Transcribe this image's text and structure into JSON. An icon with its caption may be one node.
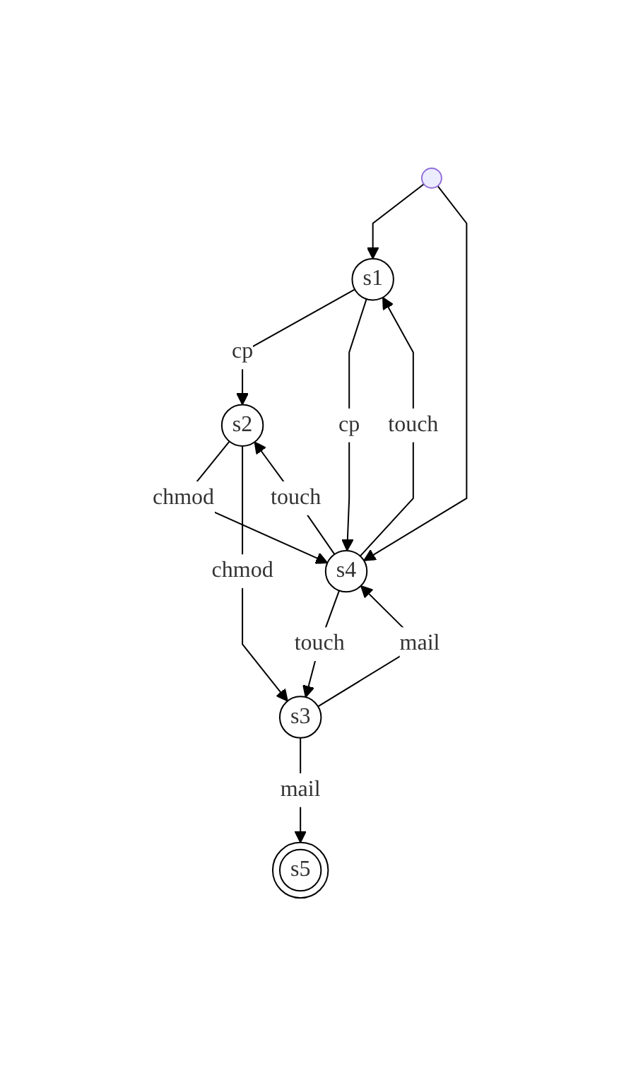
{
  "diagram": {
    "nodes": [
      {
        "text": [],
        "shape": "circle"
      },
      {
        "text": [
          "s1"
        ]
      },
      {
        "text": [
          "s2"
        ]
      },
      {
        "text": [
          "s3"
        ]
      },
      {
        "text": [
          "s4"
        ]
      },
      {
        "text": [
          "s5"
        ]
      }
    ],
    "edges": [
      {
        "from": 0,
        "to": 1,
        "arrow": "to"
      },
      {
        "from": 0,
        "to": 4,
        "arrow": "to"
      },
      {
        "from": 1,
        "to": 2,
        "arrow": "to",
        "label": "cp"
      },
      {
        "from": 1,
        "to": 4,
        "arrow": "to",
        "label": "cp"
      },
      {
        "from": 4,
        "to": 1,
        "arrow": "to",
        "label": "touch"
      },
      {
        "from": 2,
        "to": 4,
        "arrow": "to",
        "label": "chmod"
      },
      {
        "from": 4,
        "to": 2,
        "arrow": "to",
        "label": "touch"
      },
      {
        "from": 2,
        "to": 3,
        "arrow": "to",
        "label": "chmod"
      },
      {
        "from": 3,
        "to": 4,
        "arrow": "to",
        "label": "mail"
      },
      {
        "from": 4,
        "to": 3,
        "arrow": "to",
        "label": "touch"
      },
      {
        "from": 3,
        "to": 5,
        "arrow": "to",
        "label": "mail"
      }
    ]
  }
}
